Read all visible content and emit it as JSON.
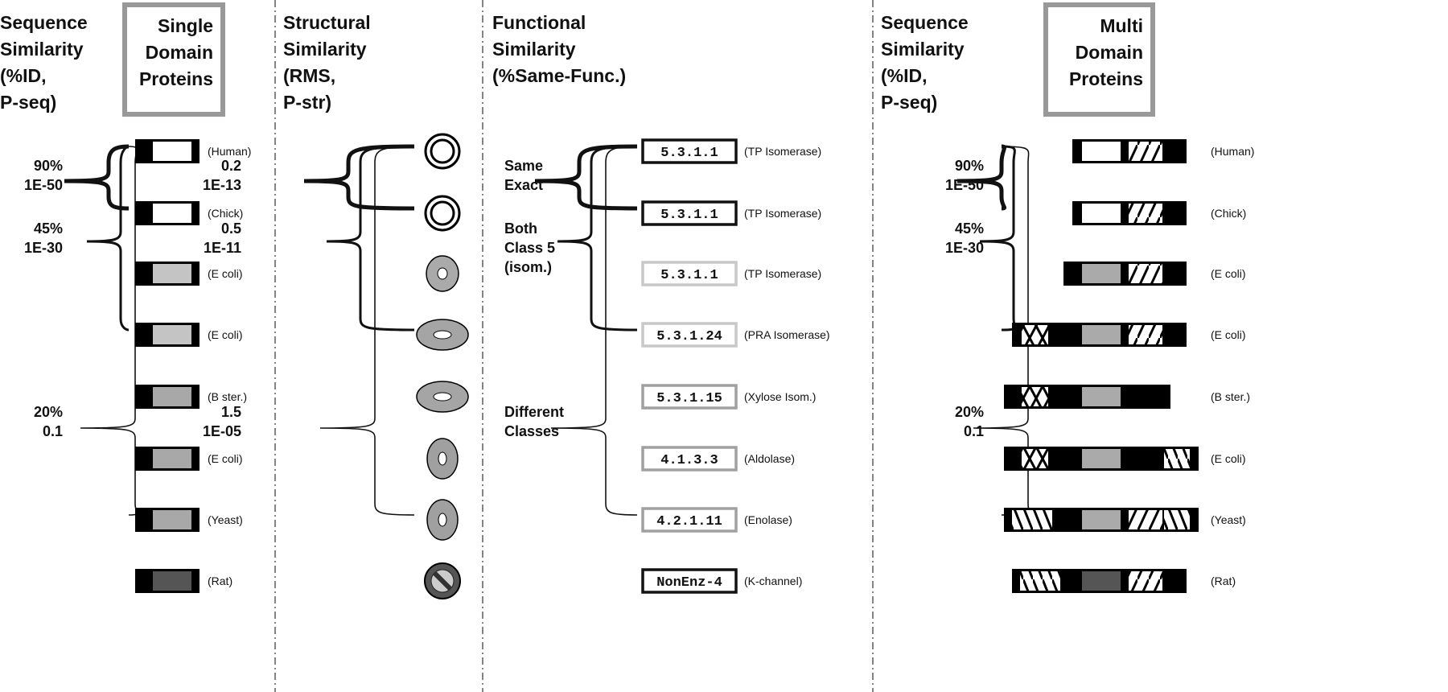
{
  "panels": {
    "single_seq": {
      "heading": [
        "Sequence",
        "Similarity",
        "(%ID,",
        "P-seq)"
      ],
      "box": [
        "Single",
        "Domain",
        "Proteins"
      ],
      "levels": [
        [
          "90%",
          "1E-50"
        ],
        [
          "45%",
          "1E-30"
        ],
        [
          "20%",
          "0.1"
        ]
      ]
    },
    "structural": {
      "heading": [
        "Structural",
        "Similarity",
        "(RMS,",
        "P-str)"
      ],
      "levels": [
        [
          "0.2",
          "1E-13"
        ],
        [
          "0.5",
          "1E-11"
        ],
        [
          "1.5",
          "1E-05"
        ]
      ]
    },
    "functional": {
      "heading": [
        "Functional",
        "Similarity",
        "(%Same-Func.)"
      ],
      "levels": [
        [
          "Same",
          "Exact"
        ],
        [
          "Both",
          "Class 5",
          "(isom.)"
        ],
        [
          "Different",
          "Classes"
        ]
      ]
    },
    "multi_seq": {
      "heading": [
        "Sequence",
        "Similarity",
        "(%ID,",
        "P-seq)"
      ],
      "box": [
        "Multi",
        "Domain",
        "Proteins"
      ],
      "levels": [
        [
          "90%",
          "1E-50"
        ],
        [
          "45%",
          "1E-30"
        ],
        [
          "20%",
          "0.1"
        ]
      ]
    }
  },
  "single_domain_rows": [
    {
      "organism": "(Human)",
      "core": "white"
    },
    {
      "organism": "(Chick)",
      "core": "white"
    },
    {
      "organism": "(E coli)",
      "core": "light-gray"
    },
    {
      "organism": "(E coli)",
      "core": "light-gray"
    },
    {
      "organism": "(B ster.)",
      "core": "gray"
    },
    {
      "organism": "(E coli)",
      "core": "gray"
    },
    {
      "organism": "(Yeast)",
      "core": "gray"
    },
    {
      "organism": "(Rat)",
      "core": "dark-gray"
    }
  ],
  "structure_rows": [
    "double-ring",
    "double-ring",
    "gray-donut",
    "gray-donut-oval",
    "gray-donut-oval",
    "gray-oval-vertical",
    "gray-oval-vertical",
    "no-sign"
  ],
  "function_rows": [
    {
      "ec": "5.3.1.1",
      "name": "(TP Isomerase)",
      "border": "#111111"
    },
    {
      "ec": "5.3.1.1",
      "name": "(TP Isomerase)",
      "border": "#111111"
    },
    {
      "ec": "5.3.1.1",
      "name": "(TP Isomerase)",
      "border": "#c8c8c8"
    },
    {
      "ec": "5.3.1.24",
      "name": "(PRA Isomerase)",
      "border": "#c8c8c8"
    },
    {
      "ec": "5.3.1.15",
      "name": "(Xylose Isom.)",
      "border": "#a0a0a0"
    },
    {
      "ec": "4.1.3.3",
      "name": "(Aldolase)",
      "border": "#a0a0a0"
    },
    {
      "ec": "4.2.1.11",
      "name": "(Enolase)",
      "border": "#a0a0a0"
    },
    {
      "ec": "NonEnz-4",
      "name": "(K-channel)",
      "border": "#111111"
    }
  ],
  "multi_domain_rows": [
    {
      "organism": "(Human)",
      "domains": [
        "core-white",
        "slash"
      ]
    },
    {
      "organism": "(Chick)",
      "domains": [
        "core-white",
        "slash"
      ]
    },
    {
      "organism": "(E coli)",
      "domains": [
        "core-gray",
        "slash"
      ]
    },
    {
      "organism": "(E coli)",
      "domains": [
        "crosshatch",
        "core-gray",
        "slash"
      ]
    },
    {
      "organism": "(B ster.)",
      "domains": [
        "crosshatch",
        "core-gray"
      ]
    },
    {
      "organism": "(E coli)",
      "domains": [
        "crosshatch",
        "core-gray",
        "backslash"
      ]
    },
    {
      "organism": "(Yeast)",
      "domains": [
        "backslash",
        "core-gray",
        "slash",
        "backslash"
      ]
    },
    {
      "organism": "(Rat)",
      "domains": [
        "backslash",
        "core-dark",
        "slash"
      ]
    }
  ]
}
